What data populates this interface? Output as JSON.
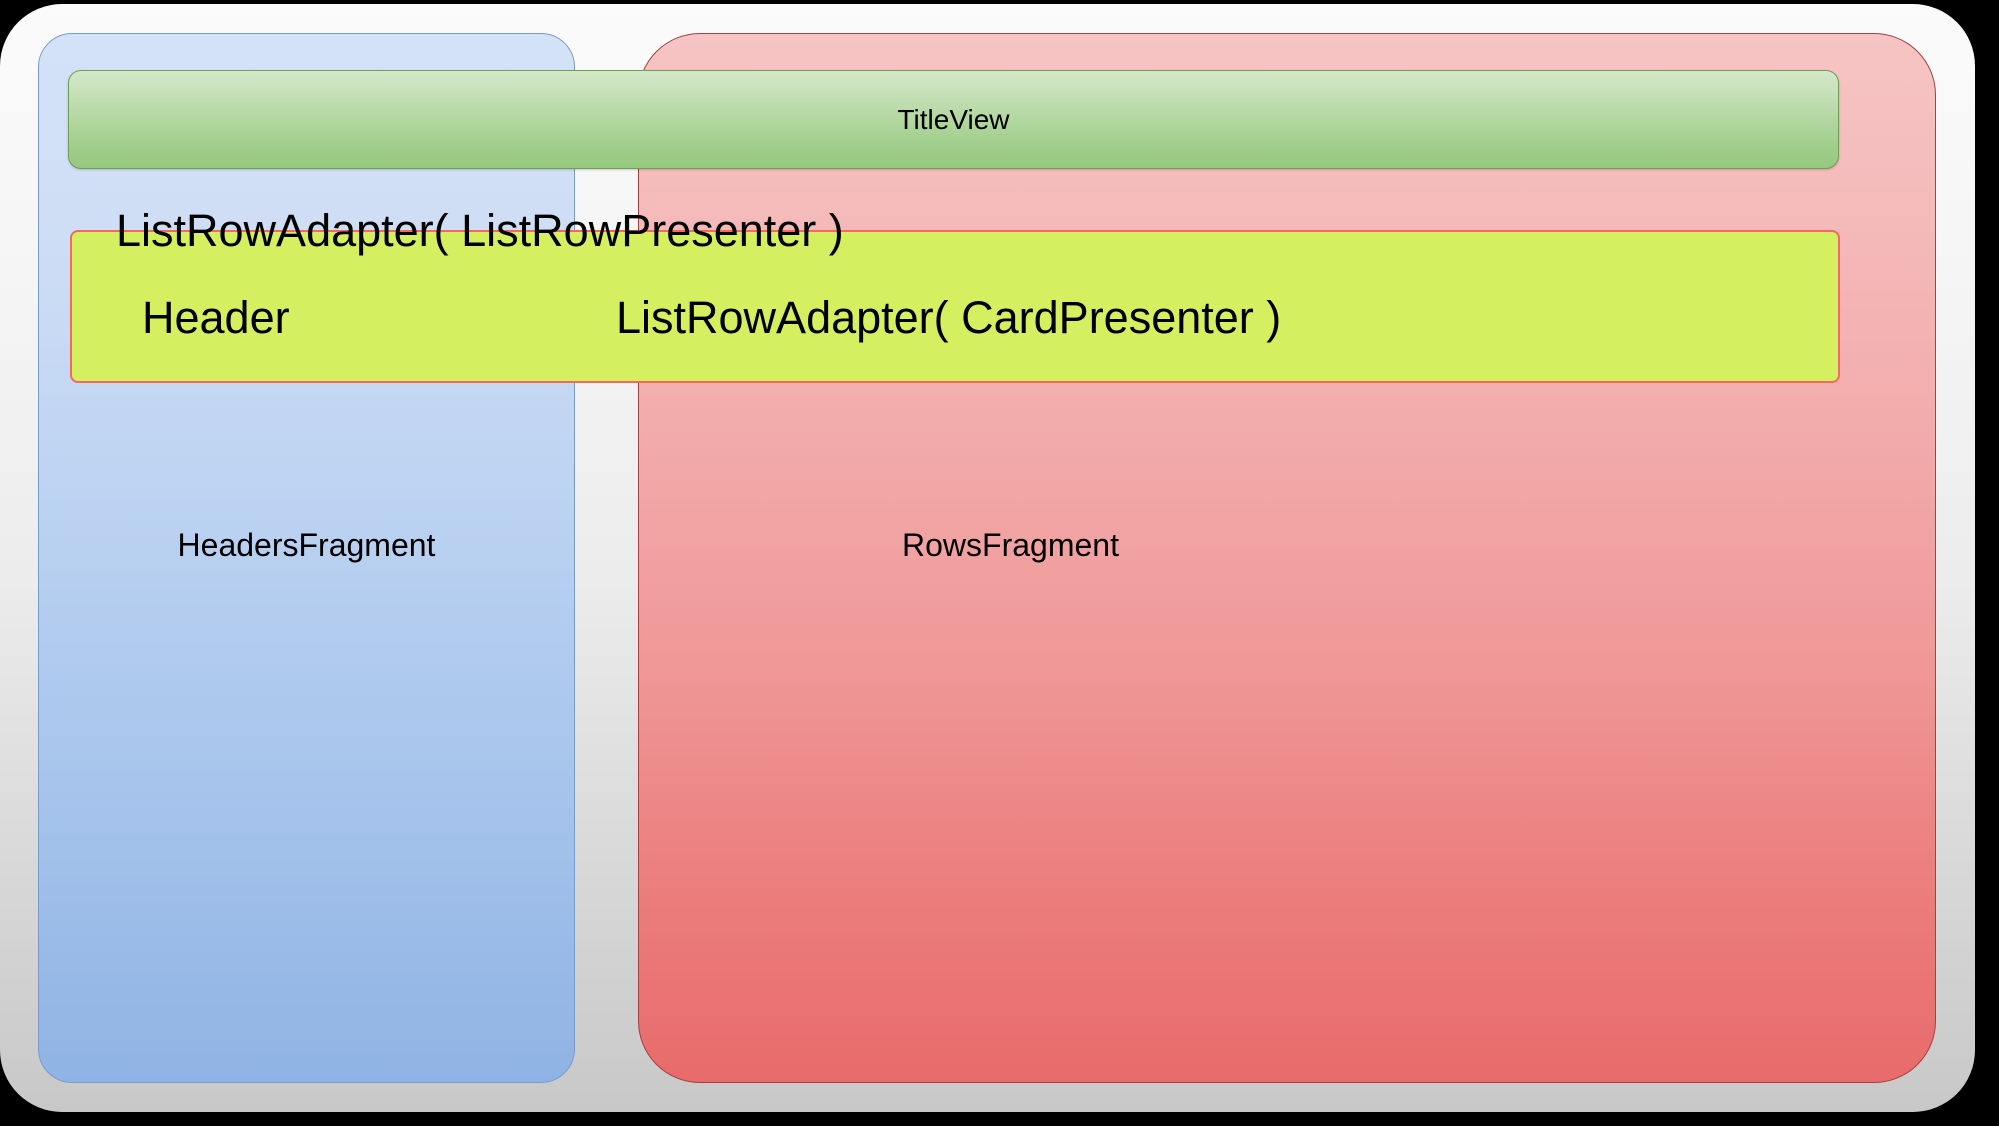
{
  "diagram": {
    "title": "Android Leanback BrowseFragment structure",
    "colors": {
      "outer_shell": "#ececec",
      "headers_fragment": "#bed4f2",
      "headers_fragment_border": "#7a9acb",
      "rows_fragment": "#f09a9a",
      "rows_fragment_border": "#a34040",
      "title_view": "#b6d9a5",
      "title_view_border": "#6f9e55",
      "listrow_box": "#d4ef60",
      "listrow_box_border": "#f4685e",
      "text": "#000000",
      "background": "#000000"
    },
    "title_view": {
      "label": "TitleView"
    },
    "fragments": [
      {
        "name": "headers-fragment",
        "label": "HeadersFragment"
      },
      {
        "name": "rows-fragment",
        "label": "RowsFragment"
      }
    ],
    "list_row_adapter": {
      "title": "ListRowAdapter( ListRowPresenter )",
      "header_cell": "Header",
      "card_presenter_cell": "ListRowAdapter( CardPresenter )"
    }
  }
}
